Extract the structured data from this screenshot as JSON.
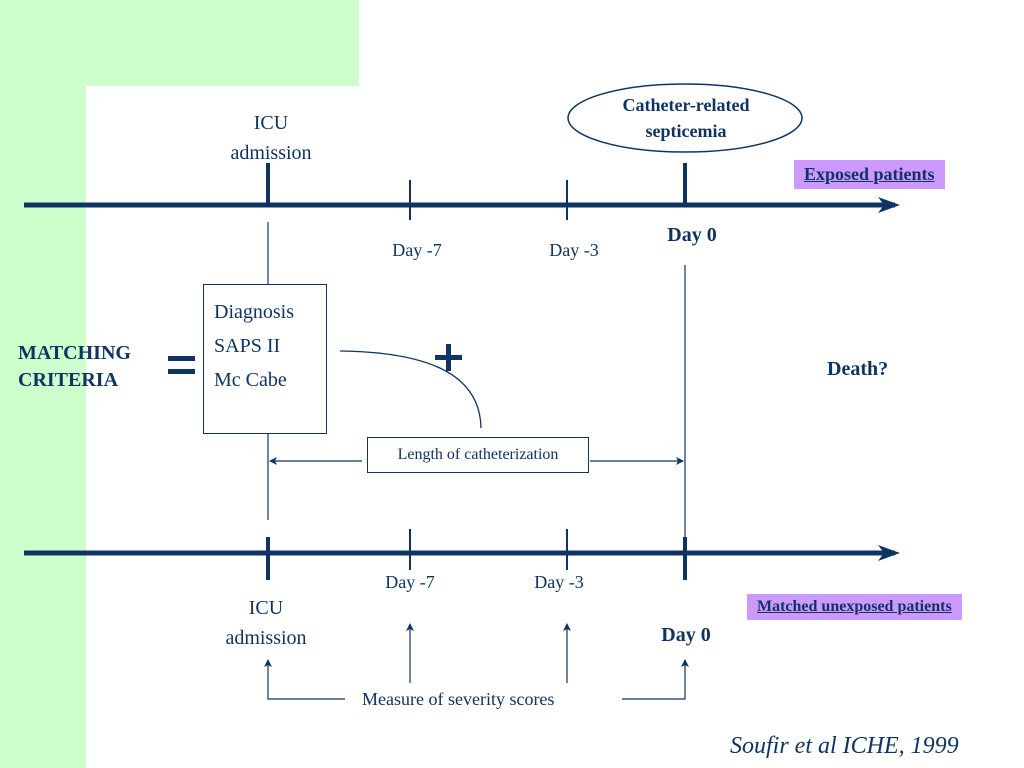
{
  "colors": {
    "primary": "#0f3461",
    "background_accent": "#ccffcc",
    "tag_background": "#cc99ff",
    "background": "#ffffff"
  },
  "exposed": {
    "label": "Exposed patients",
    "event_label": "Catheter-related septicemia",
    "event_line1": "Catheter-related",
    "event_line2": "septicemia",
    "icu_line1": "ICU",
    "icu_line2": "admission",
    "day_minus_7": "Day -7",
    "day_minus_3": "Day -3",
    "day_0": "Day 0"
  },
  "matching": {
    "title_line1": "MATCHING",
    "title_line2": "CRITERIA",
    "equals": "=",
    "plus": "+",
    "criteria": [
      "Diagnosis",
      "SAPS II",
      "Mc Cabe"
    ],
    "length_label": "Length of catheterization",
    "outcome": "Death?"
  },
  "unexposed": {
    "label": "Matched unexposed patients",
    "icu_line1": "ICU",
    "icu_line2": "admission",
    "day_minus_7": "Day -7",
    "day_minus_3": "Day -3",
    "day_0": "Day 0",
    "severity_label": "Measure of severity scores"
  },
  "citation": "Soufir et al ICHE, 1999"
}
